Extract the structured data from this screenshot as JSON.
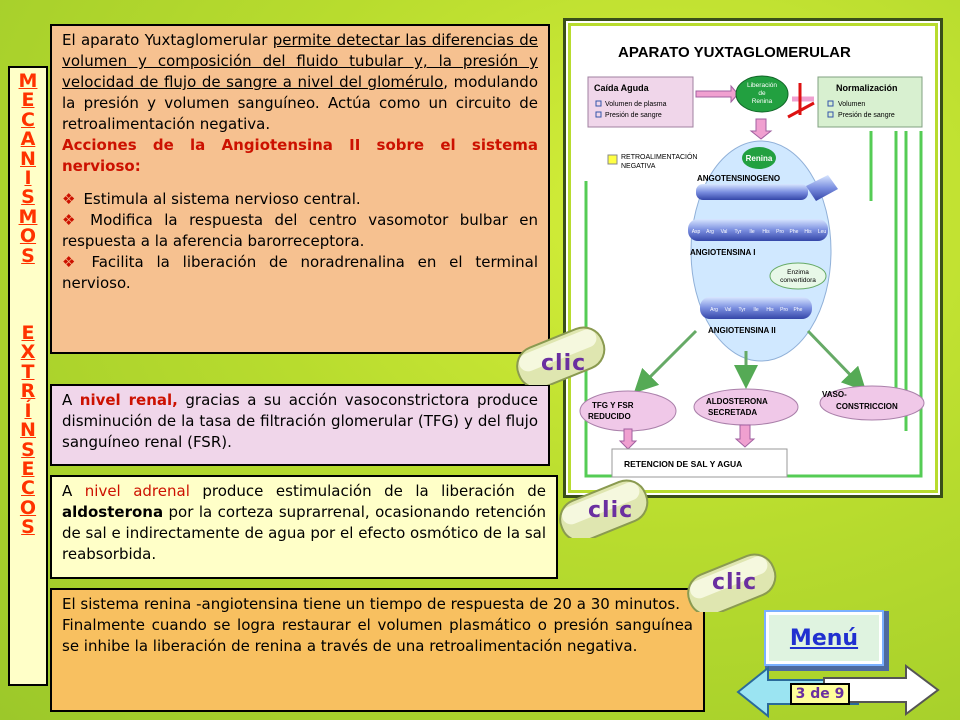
{
  "side_title": {
    "word1": [
      "M",
      "E",
      "C",
      "A",
      "N",
      "I",
      "S",
      "M",
      "O",
      "S"
    ],
    "word2": [
      "E",
      "X",
      "T",
      "R",
      "Í",
      "N",
      "S",
      "E",
      "C",
      "O",
      "S"
    ]
  },
  "box1": {
    "p1_a": "El aparato Yuxtaglomerular ",
    "p1_b": "permite detectar las diferencias de volumen y composición del fluido tubular y, la presión y velocidad de flujo de sangre a nivel del glomérulo",
    "p1_c": ", modulando la presión y volumen sanguíneo. Actúa como un circuito de retroalimentación negativa.",
    "heading": "Acciones de la Angiotensina II sobre el sistema nervioso:",
    "bullets": [
      "Estimula al sistema nervioso central.",
      "Modifica la respuesta del centro vasomotor bulbar en respuesta a la aferencia barorreceptora.",
      "Facilita la liberación de noradrenalina en el terminal nervioso."
    ]
  },
  "box2": {
    "a": "A ",
    "b": "nivel renal,",
    "c": " gracias a su acción vasoconstrictora produce disminución de la tasa de filtración glomerular (TFG) y del flujo sanguíneo renal (FSR)."
  },
  "box3": {
    "a": "A ",
    "b": "nivel adrenal",
    "c": " produce estimulación de la liberación de ",
    "d": "aldosterona",
    "e": " por la corteza suprarrenal, ocasionando retención de sal  e indirectamente de agua por el efecto osmótico de la sal reabsorbida."
  },
  "box4": {
    "p1": "El sistema renina -angiotensina tiene un tiempo de respuesta de 20 a 30 minutos.",
    "p2": "Finalmente cuando se logra restaurar el volumen plasmático o presión sanguínea   se inhibe la liberación de renina   a través de una retroalimentación negativa."
  },
  "diagram": {
    "title": "APARATO  YUXTAGLOMERULAR",
    "caida_title": "Caída Aguda",
    "caida_items": [
      "Volumen de plasma",
      "Presión de sangre"
    ],
    "liberacion": [
      "Liberación",
      "de",
      "Renina"
    ],
    "normal_title": "Normalización",
    "normal_items": [
      "Volumen",
      "Presión de sangre"
    ],
    "retro": [
      "RETROALIMENTACIÓN",
      "NEGATIVA"
    ],
    "renina": "Renina",
    "angiotensinogeno": "ANGOTENSINOGENO",
    "angiotensina1": "ANGIOTENSINA  I",
    "enzima": [
      "Enzima",
      "convertidora"
    ],
    "angiotensina2": "ANGIOTENSINA II",
    "chain1_labels": [
      "Asp",
      "Arg",
      "Val",
      "Tyr",
      "Ile",
      "His",
      "Pro",
      "Phe",
      "His",
      "Leu"
    ],
    "chain2_labels": [
      "Arg",
      "Val",
      "Tyr",
      "Ile",
      "His",
      "Pro",
      "Phe"
    ],
    "tfg": [
      "TFG Y  FSR",
      "REDUCIDO"
    ],
    "aldo": [
      "ALDOSTERONA",
      "SECRETADA"
    ],
    "vaso": [
      "VASO-",
      "CONSTRICCION"
    ],
    "retencion": "RETENCION DE SAL Y AGUA"
  },
  "clic_label": "clic",
  "menu_label": "Menú",
  "pager": "3 de 9",
  "colors": {
    "accent_red": "#cc1100",
    "menu_blue": "#2030d0",
    "clic_purple": "#6a2fa0"
  }
}
